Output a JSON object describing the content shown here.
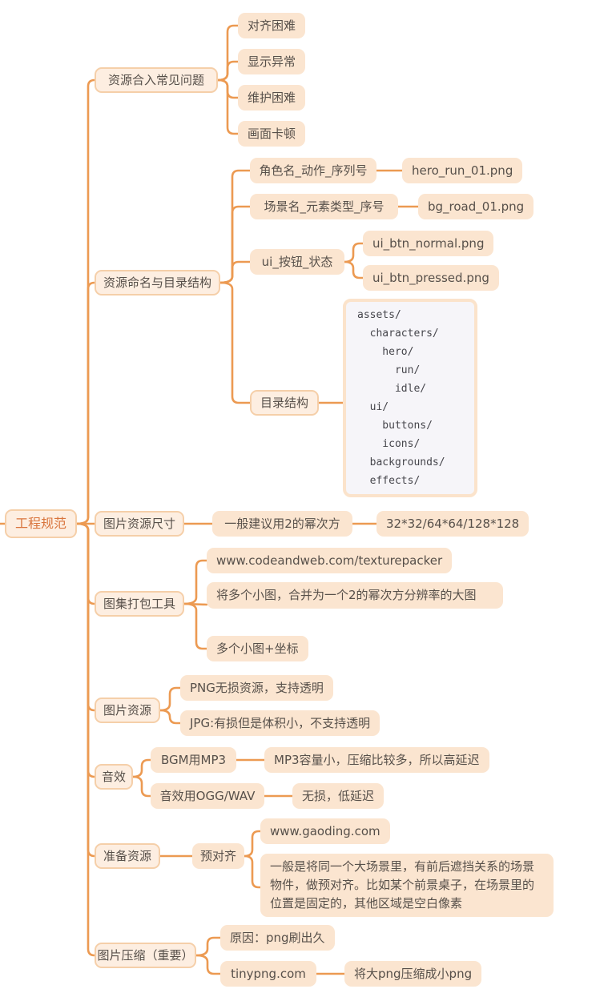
{
  "colors": {
    "background": "#ffffff",
    "connector_line": "#EC9A52",
    "node_fill": "#FBE5D0",
    "branch_node_fill": "#FDEEE1",
    "branch_node_border": "#F5CFA9",
    "node_text": "#57504A",
    "root_text": "#D9743C",
    "code_background": "#F6F5F9",
    "code_border": "#FBE3CB"
  },
  "root": {
    "label": "工程规范"
  },
  "branches": [
    {
      "label": "资源合入常见问题",
      "children": [
        {
          "label": "对齐困难"
        },
        {
          "label": "显示异常"
        },
        {
          "label": "维护困难"
        },
        {
          "label": "画面卡顿"
        }
      ]
    },
    {
      "label": "资源命名与目录结构",
      "children": [
        {
          "label": "角色名_动作_序列号",
          "children": [
            {
              "label": "hero_run_01.png"
            }
          ]
        },
        {
          "label": "场景名_元素类型_序号",
          "children": [
            {
              "label": "bg_road_01.png"
            }
          ]
        },
        {
          "label": "ui_按钮_状态",
          "children": [
            {
              "label": "ui_btn_normal.png"
            },
            {
              "label": "ui_btn_pressed.png"
            }
          ]
        },
        {
          "label": "目录结构",
          "children": [
            {
              "name": "directory-tree",
              "lines": [
                "assets/",
                "  characters/",
                "    hero/",
                "      run/",
                "      idle/",
                "  ui/",
                "    buttons/",
                "    icons/",
                "  backgrounds/",
                "  effects/"
              ]
            }
          ]
        }
      ]
    },
    {
      "label": "图片资源尺寸",
      "children": [
        {
          "label": "一般建议用2的幂次方",
          "children": [
            {
              "label": "32*32/64*64/128*128"
            }
          ]
        }
      ]
    },
    {
      "label": "图集打包工具",
      "children": [
        {
          "label": "www.codeandweb.com/texturepacker"
        },
        {
          "label": "将多个小图，合并为一个2的幂次方分辨率的大图"
        },
        {
          "label": "多个小图+坐标"
        }
      ]
    },
    {
      "label": "图片资源",
      "children": [
        {
          "label": "PNG无损资源，支持透明"
        },
        {
          "label": "JPG:有损但是体积小，不支持透明"
        }
      ]
    },
    {
      "label": "音效",
      "children": [
        {
          "label": "BGM用MP3",
          "children": [
            {
              "label": "MP3容量小，压缩比较多，所以高延迟"
            }
          ]
        },
        {
          "label": "音效用OGG/WAV",
          "children": [
            {
              "label": "无损，低延迟"
            }
          ]
        }
      ]
    },
    {
      "label": "准备资源",
      "children": [
        {
          "label": "预对齐",
          "children": [
            {
              "label": "www.gaoding.com"
            },
            {
              "label": "一般是将同一个大场景里，有前后遮挡关系的场景物件，做预对齐。比如某个前景桌子，在场景里的位置是固定的，其他区域是空白像素"
            }
          ]
        }
      ]
    },
    {
      "label": "图片压缩（重要）",
      "children": [
        {
          "label": "原因：png刷出久"
        },
        {
          "label": "tinypng.com",
          "children": [
            {
              "label": "将大png压缩成小png"
            }
          ]
        }
      ]
    }
  ]
}
